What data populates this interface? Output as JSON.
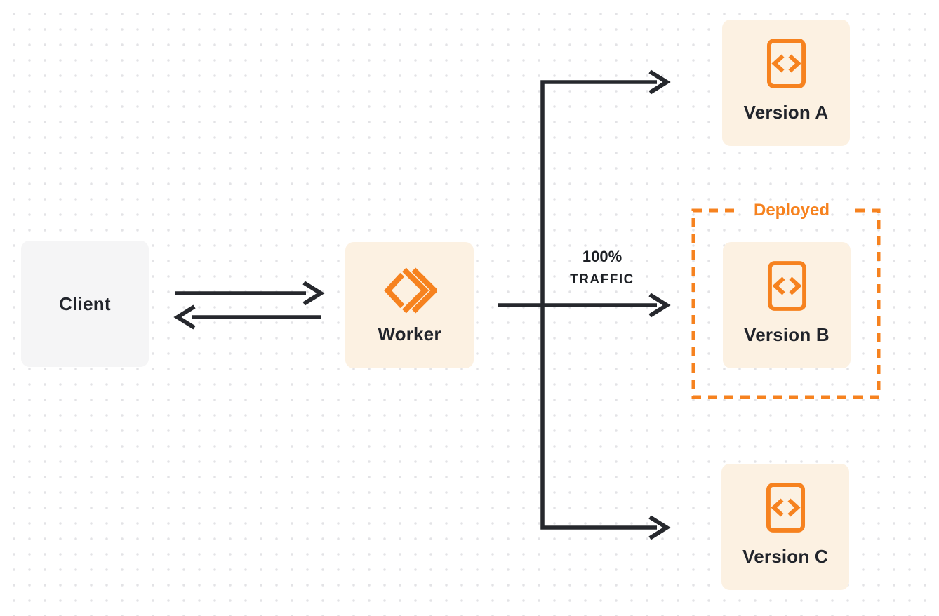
{
  "diagram": {
    "title": "worker-versions-traffic-routing",
    "nodes": {
      "client": {
        "label": "Client"
      },
      "worker": {
        "label": "Worker",
        "icon": "cloudflare-workers-logo"
      },
      "version_a": {
        "label": "Version A",
        "icon": "code-file-icon"
      },
      "version_b": {
        "label": "Version B",
        "icon": "code-file-icon"
      },
      "version_c": {
        "label": "Version C",
        "icon": "code-file-icon"
      }
    },
    "deployed_group": {
      "label": "Deployed",
      "contains": "version_b",
      "border_style": "dashed"
    },
    "traffic_label": {
      "line1": "100%",
      "line2": "TRAFFIC"
    },
    "edges": [
      {
        "from": "client",
        "to": "worker",
        "direction": "bidirectional"
      },
      {
        "from": "worker",
        "to": "version_a",
        "direction": "forward"
      },
      {
        "from": "worker",
        "to": "version_b",
        "direction": "forward",
        "label": "100% TRAFFIC"
      },
      {
        "from": "worker",
        "to": "version_c",
        "direction": "forward"
      }
    ],
    "colors": {
      "background": "#ffffff",
      "dot_grid": "#e3e3e6",
      "arrow_dark": "#26282d",
      "accent_orange": "#f6821f",
      "node_cream_bg": "#fcf1e2",
      "node_gray_bg": "#f5f5f6",
      "text_dark": "#21242b"
    }
  }
}
